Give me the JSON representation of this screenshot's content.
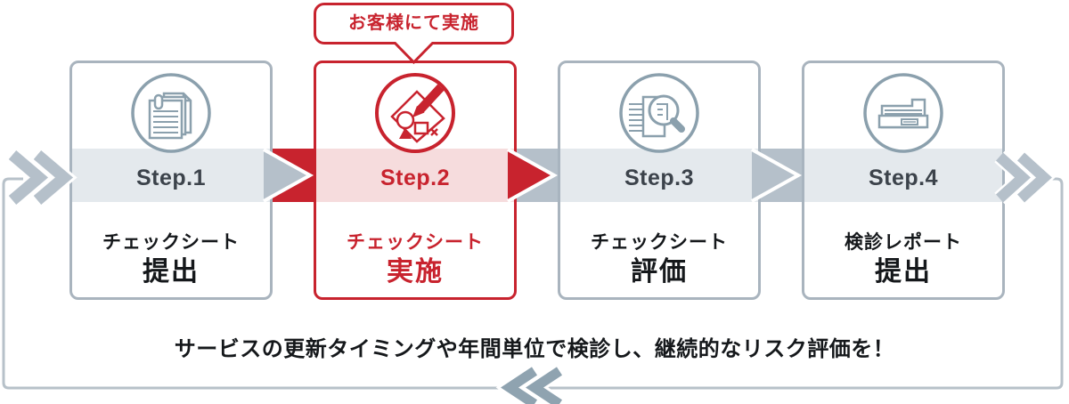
{
  "callout": {
    "label": "お客様にて実施"
  },
  "steps": [
    {
      "step_label": "Step.1",
      "line1": "チェックシート",
      "line2": "提出",
      "highlighted": false,
      "icon": "documents-icon"
    },
    {
      "step_label": "Step.2",
      "line1": "チェックシート",
      "line2": "実施",
      "highlighted": true,
      "icon": "pencil-shapes-icon"
    },
    {
      "step_label": "Step.3",
      "line1": "チェックシート",
      "line2": "評価",
      "highlighted": false,
      "icon": "magnifier-document-icon"
    },
    {
      "step_label": "Step.4",
      "line1": "検診レポート",
      "line2": "提出",
      "highlighted": false,
      "icon": "folder-icon"
    }
  ],
  "footer": {
    "note": "サービスの更新タイミングや年間単位で検診し、継続的なリスク評価を！"
  },
  "colors": {
    "accent_red": "#c8232e",
    "light_red_band": "#f4d8da",
    "steel_gray": "#b5c0ca",
    "light_gray_band": "#e9edf1",
    "icon_gray": "#8ba0ad",
    "card_border_gray": "#a9b4be",
    "text_dark": "#3c434b",
    "text_black": "#15181b"
  }
}
